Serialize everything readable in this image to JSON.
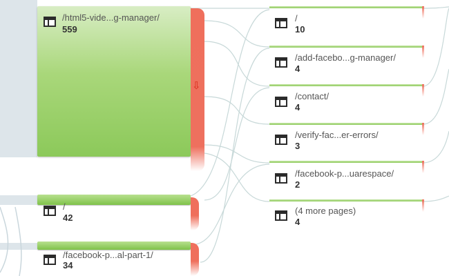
{
  "colors": {
    "node_green": "#8cc95a",
    "dropoff_red": "#ee705e",
    "flow_blue_gray": "#dde5ea"
  },
  "icons": {
    "page": "page-icon",
    "dropoff": "arrow-down-icon"
  },
  "left_column": {
    "nodes": [
      {
        "label": "/html5-vide...g-manager/",
        "count": "559"
      },
      {
        "label": "/",
        "count": "42"
      },
      {
        "label": "/facebook-p...al-part-1/",
        "count": "34"
      }
    ],
    "dropoff_glyph": "⇩"
  },
  "right_column": {
    "nodes": [
      {
        "label": "/",
        "count": "10"
      },
      {
        "label": "/add-facebo...g-manager/",
        "count": "4"
      },
      {
        "label": "/contact/",
        "count": "4"
      },
      {
        "label": "/verify-fac...er-errors/",
        "count": "3"
      },
      {
        "label": "/facebook-p...uarespace/",
        "count": "2"
      },
      {
        "label": "(4 more pages)",
        "count": "4"
      }
    ]
  }
}
